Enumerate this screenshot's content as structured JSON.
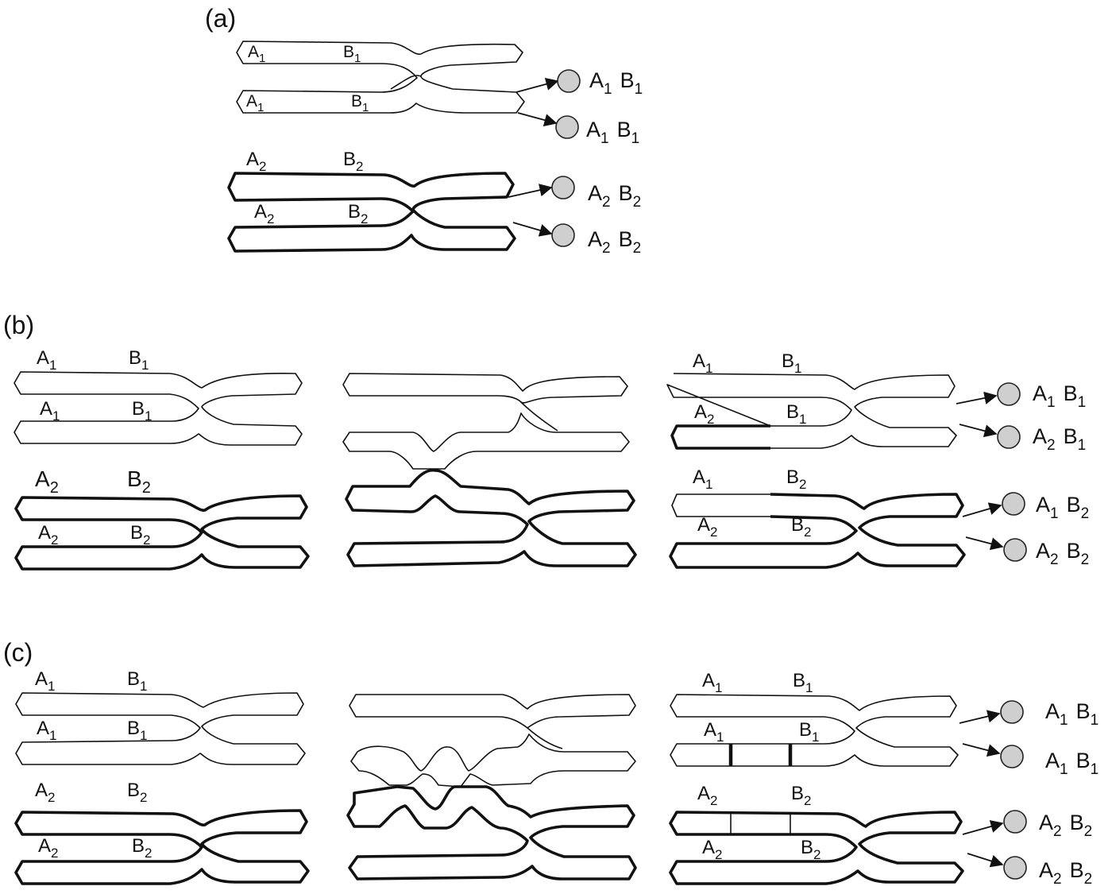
{
  "panels": {
    "a": {
      "label": "(a)"
    },
    "b": {
      "label": "(b)"
    },
    "c": {
      "label": "(c)"
    }
  },
  "loci": {
    "A1": {
      "letter": "A",
      "sub": "1"
    },
    "B1": {
      "letter": "B",
      "sub": "1"
    },
    "A2": {
      "letter": "A",
      "sub": "2"
    },
    "B2": {
      "letter": "B",
      "sub": "2"
    }
  },
  "gametes": {
    "a": [
      {
        "a": {
          "letter": "A",
          "sub": "1"
        },
        "b": {
          "letter": "B",
          "sub": "1"
        }
      },
      {
        "a": {
          "letter": "A",
          "sub": "1"
        },
        "b": {
          "letter": "B",
          "sub": "1"
        }
      },
      {
        "a": {
          "letter": "A",
          "sub": "2"
        },
        "b": {
          "letter": "B",
          "sub": "2"
        }
      },
      {
        "a": {
          "letter": "A",
          "sub": "2"
        },
        "b": {
          "letter": "B",
          "sub": "2"
        }
      }
    ],
    "b": [
      {
        "a": {
          "letter": "A",
          "sub": "1"
        },
        "b": {
          "letter": "B",
          "sub": "1"
        }
      },
      {
        "a": {
          "letter": "A",
          "sub": "2"
        },
        "b": {
          "letter": "B",
          "sub": "1"
        }
      },
      {
        "a": {
          "letter": "A",
          "sub": "1"
        },
        "b": {
          "letter": "B",
          "sub": "2"
        }
      },
      {
        "a": {
          "letter": "A",
          "sub": "2"
        },
        "b": {
          "letter": "B",
          "sub": "2"
        }
      }
    ],
    "c": [
      {
        "a": {
          "letter": "A",
          "sub": "1"
        },
        "b": {
          "letter": "B",
          "sub": "1"
        }
      },
      {
        "a": {
          "letter": "A",
          "sub": "1"
        },
        "b": {
          "letter": "B",
          "sub": "1"
        }
      },
      {
        "a": {
          "letter": "A",
          "sub": "2"
        },
        "b": {
          "letter": "B",
          "sub": "2"
        }
      },
      {
        "a": {
          "letter": "A",
          "sub": "2"
        },
        "b": {
          "letter": "B",
          "sub": "2"
        }
      }
    ]
  },
  "colors": {
    "stroke": "#111111",
    "gamete_fill": "#cfcfcf",
    "background": "#ffffff"
  }
}
